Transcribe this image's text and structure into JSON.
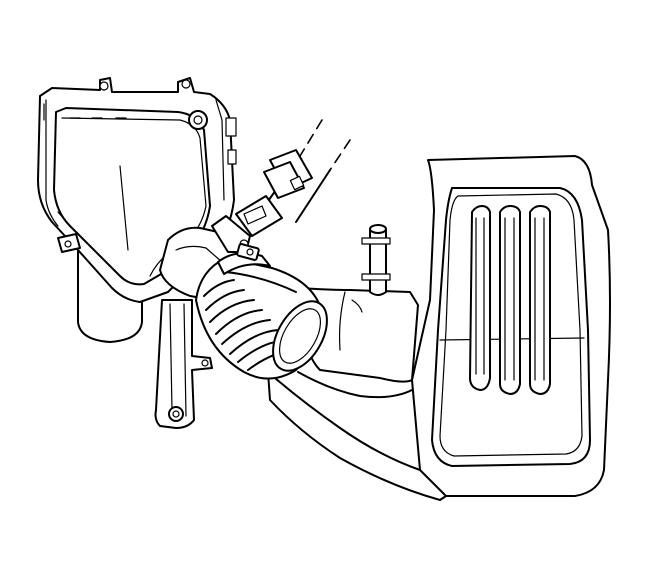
{
  "diagram": {
    "background": "#ffffff",
    "line_color": "#000000",
    "style": "black line-art technical illustration",
    "components": [
      "air-cleaner-housing",
      "mounting-bracket",
      "mass-airflow-sensor",
      "sensor-electrical-connector",
      "intake-duct-bellows",
      "hose-clamp",
      "pcv-fitting",
      "engine-cover",
      "throttle-body-inlet"
    ]
  }
}
